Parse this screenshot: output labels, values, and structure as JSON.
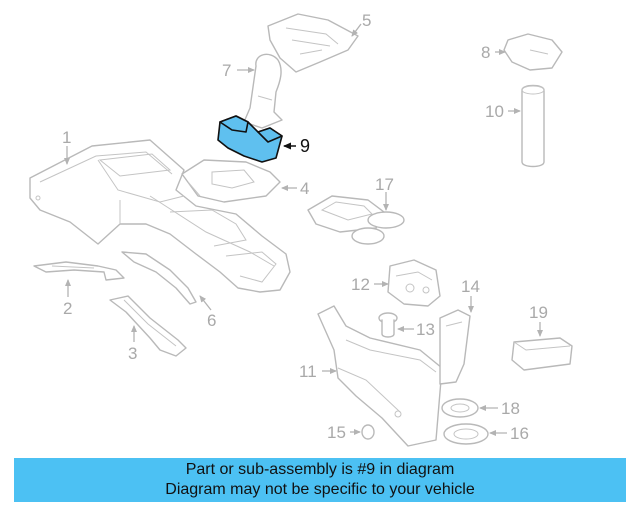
{
  "diagram": {
    "highlight_color": "#5fc0ef",
    "banner_color": "#4cc1f3",
    "callouts": [
      {
        "id": "1",
        "label": "1",
        "part": "console"
      },
      {
        "id": "2",
        "label": "2",
        "part": "left-bracket"
      },
      {
        "id": "3",
        "label": "3",
        "part": "lower-bracket"
      },
      {
        "id": "4",
        "label": "4",
        "part": "shift-bezel"
      },
      {
        "id": "5",
        "label": "5",
        "part": "indicator-plate"
      },
      {
        "id": "6",
        "label": "6",
        "part": "side-trim"
      },
      {
        "id": "7",
        "label": "7",
        "part": "shift-knob"
      },
      {
        "id": "8",
        "label": "8",
        "part": "knob-insert"
      },
      {
        "id": "9",
        "label": "9",
        "part": "shift-boot",
        "highlighted": true
      },
      {
        "id": "10",
        "label": "10",
        "part": "tube"
      },
      {
        "id": "11",
        "label": "11",
        "part": "rear-console"
      },
      {
        "id": "12",
        "label": "12",
        "part": "latch"
      },
      {
        "id": "13",
        "label": "13",
        "part": "clip"
      },
      {
        "id": "14",
        "label": "14",
        "part": "armrest-lid"
      },
      {
        "id": "15",
        "label": "15",
        "part": "plug"
      },
      {
        "id": "16",
        "label": "16",
        "part": "cup-holder-lower"
      },
      {
        "id": "17",
        "label": "17",
        "part": "cup-holder-tray"
      },
      {
        "id": "18",
        "label": "18",
        "part": "cup-holder-upper"
      },
      {
        "id": "19",
        "label": "19",
        "part": "storage-box"
      }
    ]
  },
  "banner": {
    "line1": "Part or sub-assembly is #9 in diagram",
    "line2": "Diagram may not be specific to your vehicle"
  }
}
